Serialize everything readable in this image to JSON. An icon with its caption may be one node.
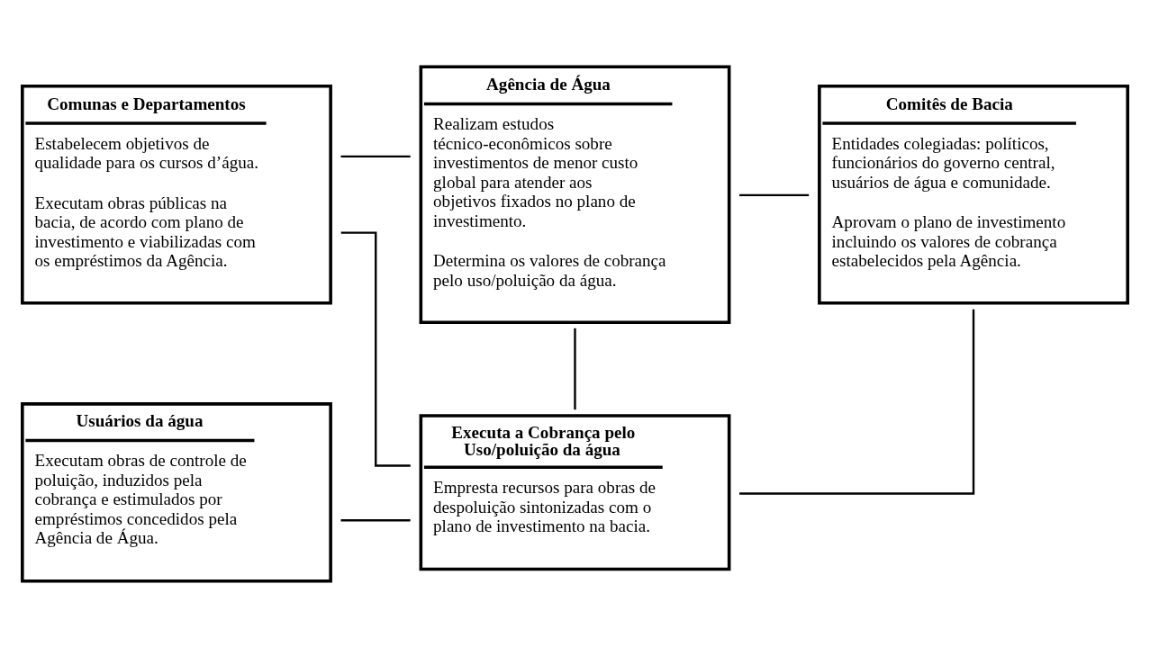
{
  "diagram": {
    "nodes": [
      {
        "text": [
          "Comunas e Departamentos",
          "Estabelecem objetivos de qualidade para os cursos d’água.",
          "Executam obras públicas na bacia, de acordo com plano de investimento e viabilizadas com os empréstimos da Agência."
        ]
      },
      {
        "text": [
          "Agência de Água",
          "Realizam estudos técnico-econômicos sobre investimentos de menor custo global para atender aos objetivos fixados no plano de investimento.",
          "Determina os valores de cobrança pelo uso/poluição da água."
        ]
      },
      {
        "text": [
          "Comitês de Bacia",
          "Entidades colegiadas: políticos, funcionários do governo central, usuários de água e comunidade.",
          "Aprovam o plano de investimento incluindo os valores de cobrança estabelecidos pela Agência."
        ]
      },
      {
        "text": [
          "Usuários da água",
          "Executam obras de controle de poluição, induzidos pela cobrança e estimulados por empréstimos concedidos pela Agência de Água."
        ]
      },
      {
        "text": [
          "Executa a Cobrança pelo Uso/poluição da água",
          "Empresta recursos para obras de despoluição sintonizadas com o plano de investimento na bacia."
        ]
      }
    ],
    "edges": [
      {
        "from": 0,
        "to": 1,
        "arrow": "none"
      },
      {
        "from": 1,
        "to": 2,
        "arrow": "none"
      },
      {
        "from": 1,
        "to": 4,
        "arrow": "none"
      },
      {
        "from": 0,
        "to": 4,
        "arrow": "none"
      },
      {
        "from": 3,
        "to": 4,
        "arrow": "none"
      },
      {
        "from": 2,
        "to": 4,
        "arrow": "none"
      }
    ]
  }
}
